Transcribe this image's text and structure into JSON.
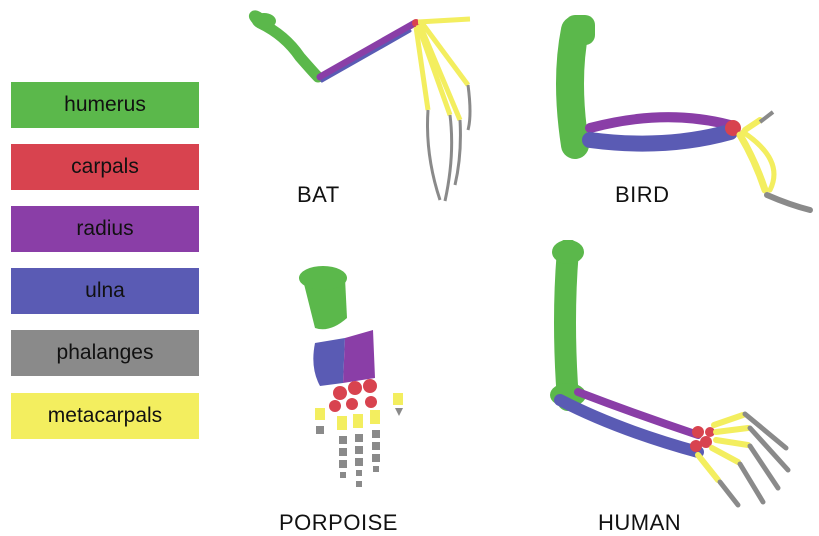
{
  "legend": [
    {
      "label": "humerus",
      "color": "#5bb84b"
    },
    {
      "label": "carpals",
      "color": "#d8434f"
    },
    {
      "label": "radius",
      "color": "#8a3ea7"
    },
    {
      "label": "ulna",
      "color": "#5a5bb4"
    },
    {
      "label": "phalanges",
      "color": "#8a8a8a"
    },
    {
      "label": "metacarpals",
      "color": "#f3ee5f"
    }
  ],
  "limbs": {
    "bat": {
      "label": "BAT"
    },
    "bird": {
      "label": "BIRD"
    },
    "porpoise": {
      "label": "PORPOISE"
    },
    "human": {
      "label": "HUMAN"
    }
  }
}
